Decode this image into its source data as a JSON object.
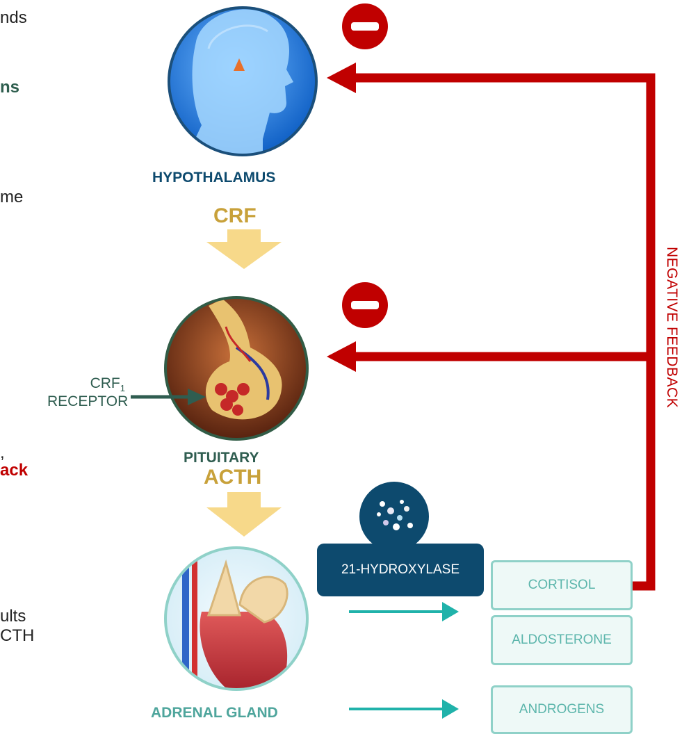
{
  "left_text": {
    "frag1": "nds",
    "frag2": "ns",
    "frag3": "me",
    "frag4": ",",
    "frag5": "ack",
    "frag6": "ults",
    "frag7": "CTH"
  },
  "organs": {
    "hypothalamus": "HYPOTHALAMUS",
    "pituitary": "PITUITARY",
    "adrenal": "ADRENAL GLAND"
  },
  "hormones": {
    "crf": "CRF",
    "acth": "ACTH"
  },
  "receptor": {
    "name": "CRF",
    "subscript": "1",
    "label": "RECEPTOR"
  },
  "enzyme": "21-HYDROXYLASE",
  "products": {
    "cortisol": "CORTISOL",
    "aldosterone": "ALDOSTERONE",
    "androgens": "ANDROGENS"
  },
  "feedback_label": "NEGATIVE FEEDBACK",
  "colors": {
    "feedback_red": "#c00000",
    "arrow_teal": "#20b2aa",
    "hormone_gold": "#f7d98a",
    "hypothalamus_blue": "#0d4a6e",
    "adrenal_teal": "#4ea59c"
  }
}
